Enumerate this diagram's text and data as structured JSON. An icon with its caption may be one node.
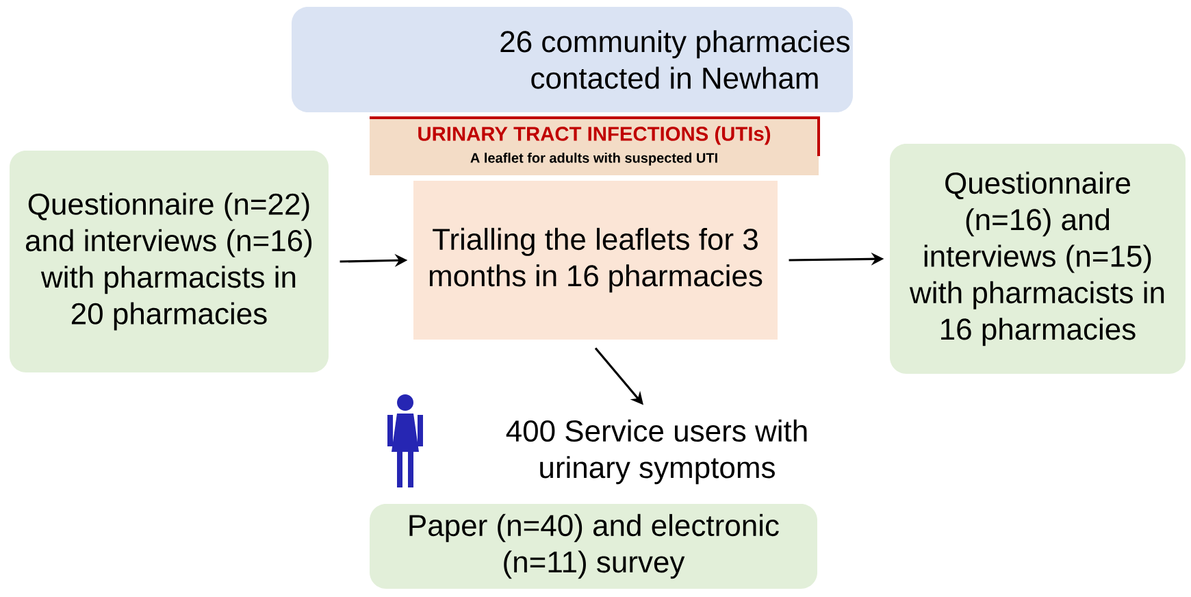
{
  "diagram": {
    "nodes": [
      {
        "text": [
          "26 community pharmacies contacted in Newham"
        ]
      },
      {
        "text": [
          "URINARY TRACT INFECTIONS (UTIs)",
          "A leaflet for adults with suspected UTI"
        ]
      },
      {
        "text": [
          "Questionnaire (n=22) and interviews (n=16) with pharmacists in 20 pharmacies"
        ]
      },
      {
        "text": [
          "Trialling the leaflets for 3 months in 16 pharmacies"
        ]
      },
      {
        "text": [
          "Questionnaire (n=16) and interviews (n=15) with pharmacists in 16 pharmacies"
        ]
      },
      {
        "text": [
          "400 Service users with urinary symptoms"
        ]
      },
      {
        "text": [
          "Paper (n=40) and electronic (n=11) survey"
        ]
      }
    ],
    "edges": [
      {
        "from": 2,
        "to": 3,
        "arrow": "to"
      },
      {
        "from": 3,
        "to": 4,
        "arrow": "to"
      },
      {
        "from": 3,
        "to": 5,
        "arrow": "to"
      }
    ]
  }
}
